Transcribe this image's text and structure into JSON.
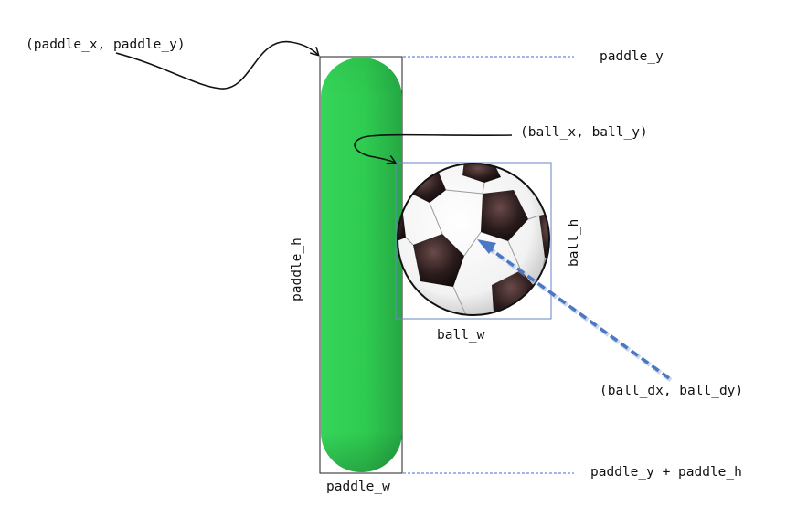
{
  "labels": {
    "paddle_xy": "(paddle_x, paddle_y)",
    "paddle_y": "paddle_y",
    "ball_xy": "(ball_x, ball_y)",
    "ball_h": "ball_h",
    "paddle_h": "paddle_h",
    "ball_w": "ball_w",
    "ball_dxdy": "(ball_dx, ball_dy)",
    "paddle_y_plus_h": "paddle_y + paddle_h",
    "paddle_w": "paddle_w"
  },
  "colors": {
    "paddle_green": "#2ecc4f",
    "bbox_blue": "#6a86c4",
    "guide_blue": "#3d6fd1",
    "velocity_arrow": "#4a78c4"
  }
}
